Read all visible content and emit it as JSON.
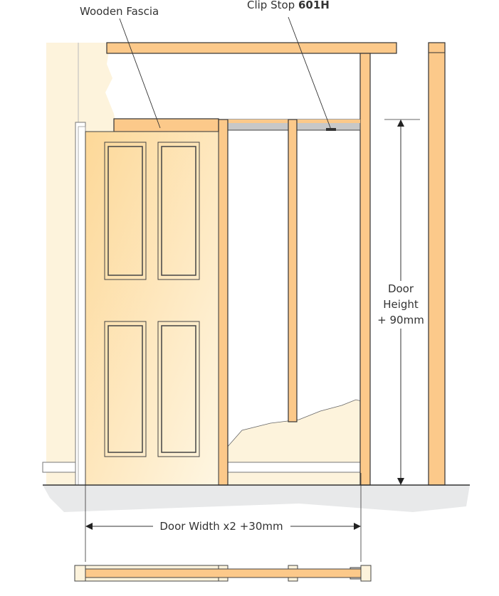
{
  "labels": {
    "fascia": "Wooden Fascia",
    "clip_stop_prefix": "Clip Stop ",
    "clip_stop_code": "601H",
    "height_line1": "Door",
    "height_line2": "Height",
    "height_line3": "+ 90mm",
    "width": "Door Width x2 +30mm"
  },
  "colors": {
    "timber": "#fcc98a",
    "wall": "#fdf3dc",
    "outline": "#333333",
    "track": "#c8c8c8",
    "floor": "#e8e9ea"
  }
}
